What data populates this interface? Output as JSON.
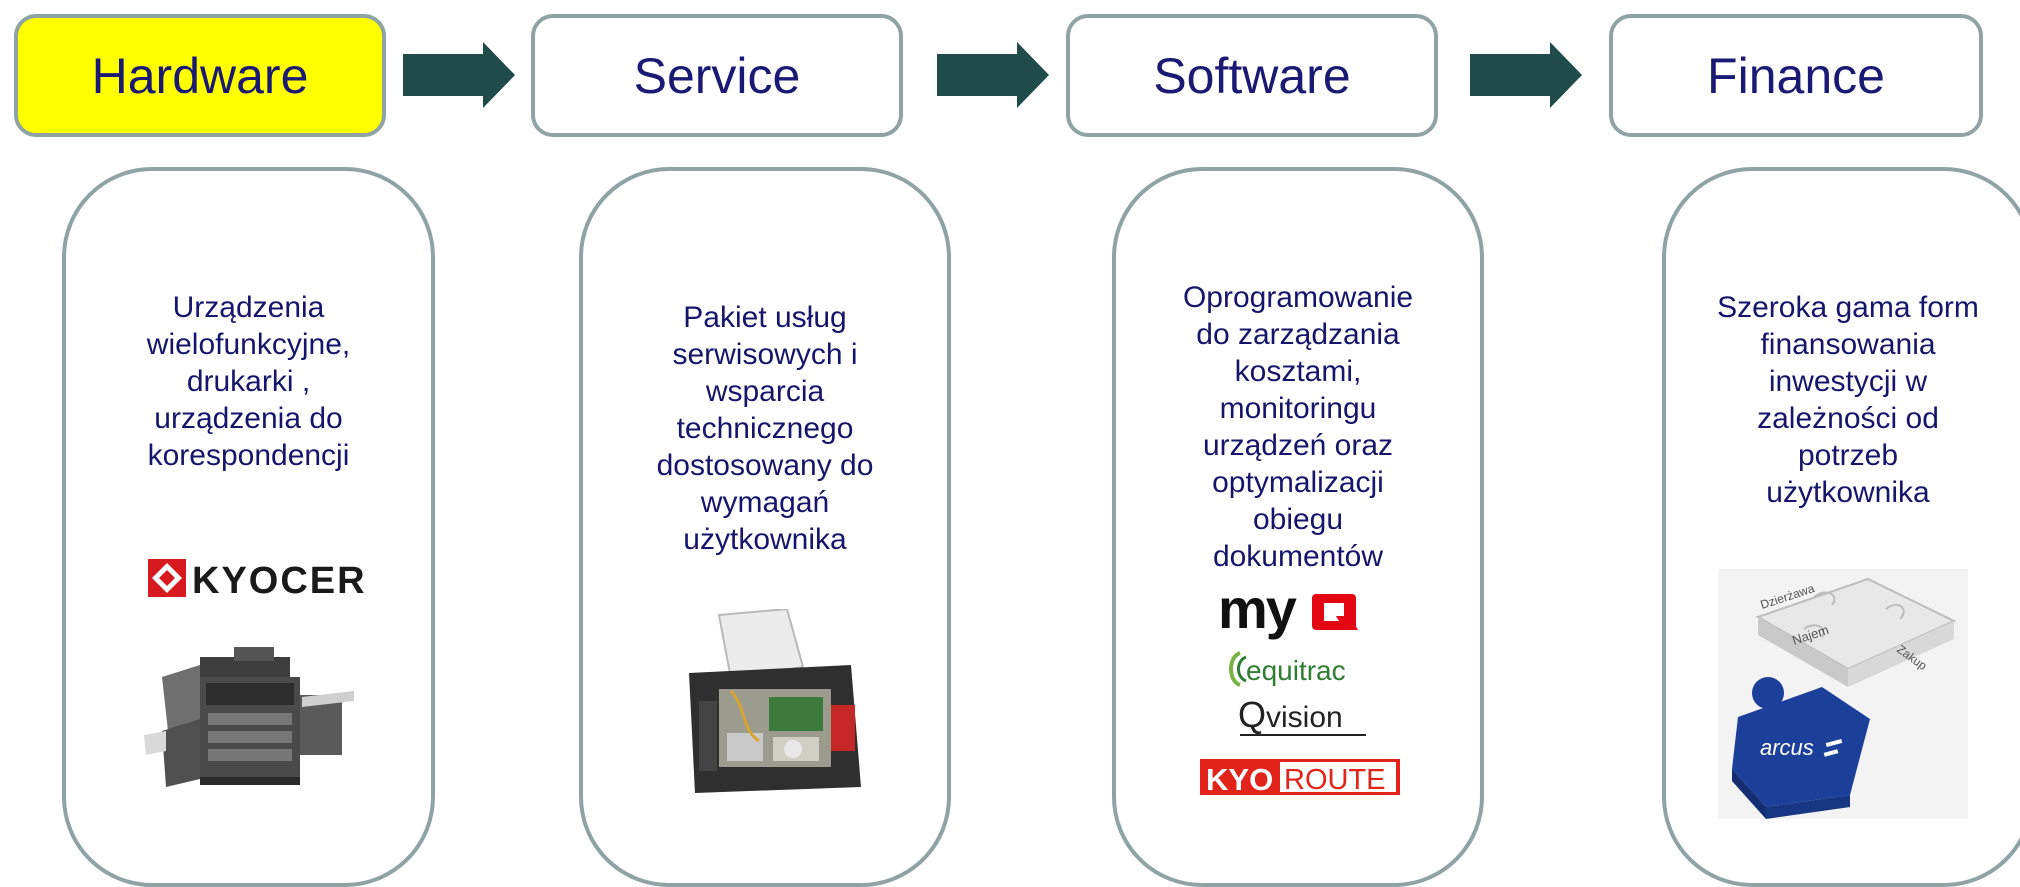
{
  "stages": [
    {
      "label": "Hardware",
      "active": true
    },
    {
      "label": "Service",
      "active": false
    },
    {
      "label": "Software",
      "active": false
    },
    {
      "label": "Finance",
      "active": false
    }
  ],
  "cards": {
    "hardware": {
      "text": "Urządzenia\nwielofunkcyjne,\ndrukarki ,\nurządzenia do\nkorespondencji",
      "logo": "KYOCERA"
    },
    "service": {
      "text": "Pakiet usług\nserwisowych i\nwsparcia\ntechnicznego\ndostosowany do\nwymagań\nużytkownika"
    },
    "software": {
      "text": "Oprogramowanie\ndo zarządzania\nkosztami,\nmonitoringu\nurządzeń oraz\noptymalizacji\nobiegu\ndokumentów",
      "logos": {
        "myq_left": "my",
        "equitrac": "equitrac",
        "qvision_q": "Q",
        "qvision_rest": "vision",
        "kyo": "KYO",
        "route": "ROUTE"
      }
    },
    "finance": {
      "text": "Szeroka gama form\nfinansowania\ninwestycji w\nzależności od\npotrzeb\nużytkownika",
      "puzzle": {
        "p1": "Dzierżawa",
        "p2": "Najem",
        "p3": "Zakup",
        "brand": "arcus"
      }
    }
  },
  "colors": {
    "highlight": "#ffff00",
    "arrow": "#1f4b4b",
    "border": "#8fa3a5",
    "text": "#15156b",
    "kyocera_red": "#d71920",
    "route_red": "#e2231a",
    "myq_red": "#e30613"
  }
}
